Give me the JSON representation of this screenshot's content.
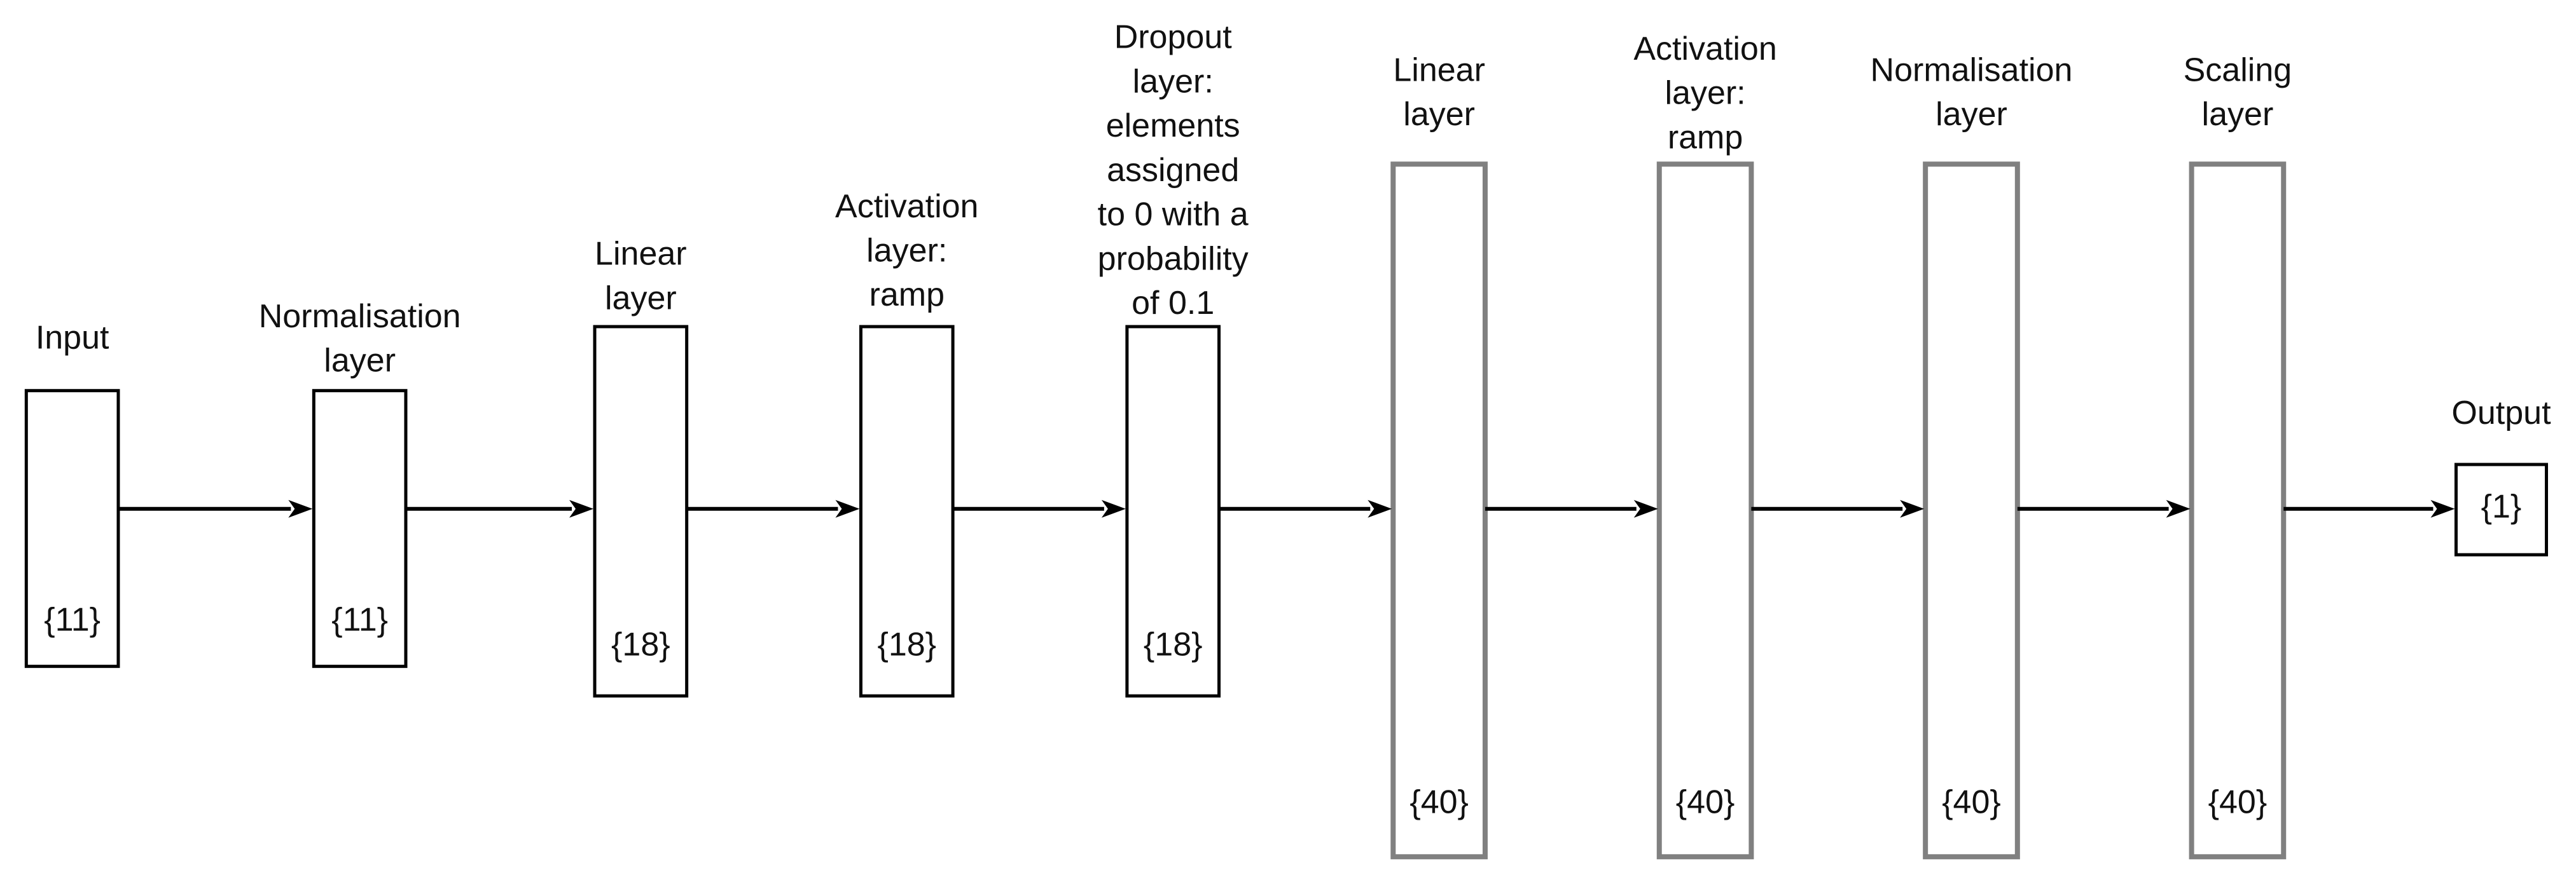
{
  "layers": [
    {
      "label": [
        "Input"
      ],
      "dim": "{11}"
    },
    {
      "label": [
        "Normalisation",
        "layer"
      ],
      "dim": "{11}"
    },
    {
      "label": [
        "Linear",
        "layer"
      ],
      "dim": "{18}"
    },
    {
      "label": [
        "Activation",
        "layer:",
        "ramp"
      ],
      "dim": "{18}"
    },
    {
      "label": [
        "Dropout",
        "layer:",
        "elements",
        "assigned",
        "to 0 with a",
        "probability",
        "of 0.1"
      ],
      "dim": "{18}"
    },
    {
      "label": [
        "Linear",
        "layer"
      ],
      "dim": "{40}"
    },
    {
      "label": [
        "Activation",
        "layer:",
        "ramp"
      ],
      "dim": "{40}"
    },
    {
      "label": [
        "Normalisation",
        "layer"
      ],
      "dim": "{40}"
    },
    {
      "label": [
        "Scaling",
        "layer"
      ],
      "dim": "{40}"
    },
    {
      "label": [
        "Output"
      ],
      "dim": "{1}"
    }
  ],
  "colors": {
    "box_dark": "#000000",
    "box_grey": "#808080",
    "arrow": "#000000",
    "text": "#111111"
  }
}
